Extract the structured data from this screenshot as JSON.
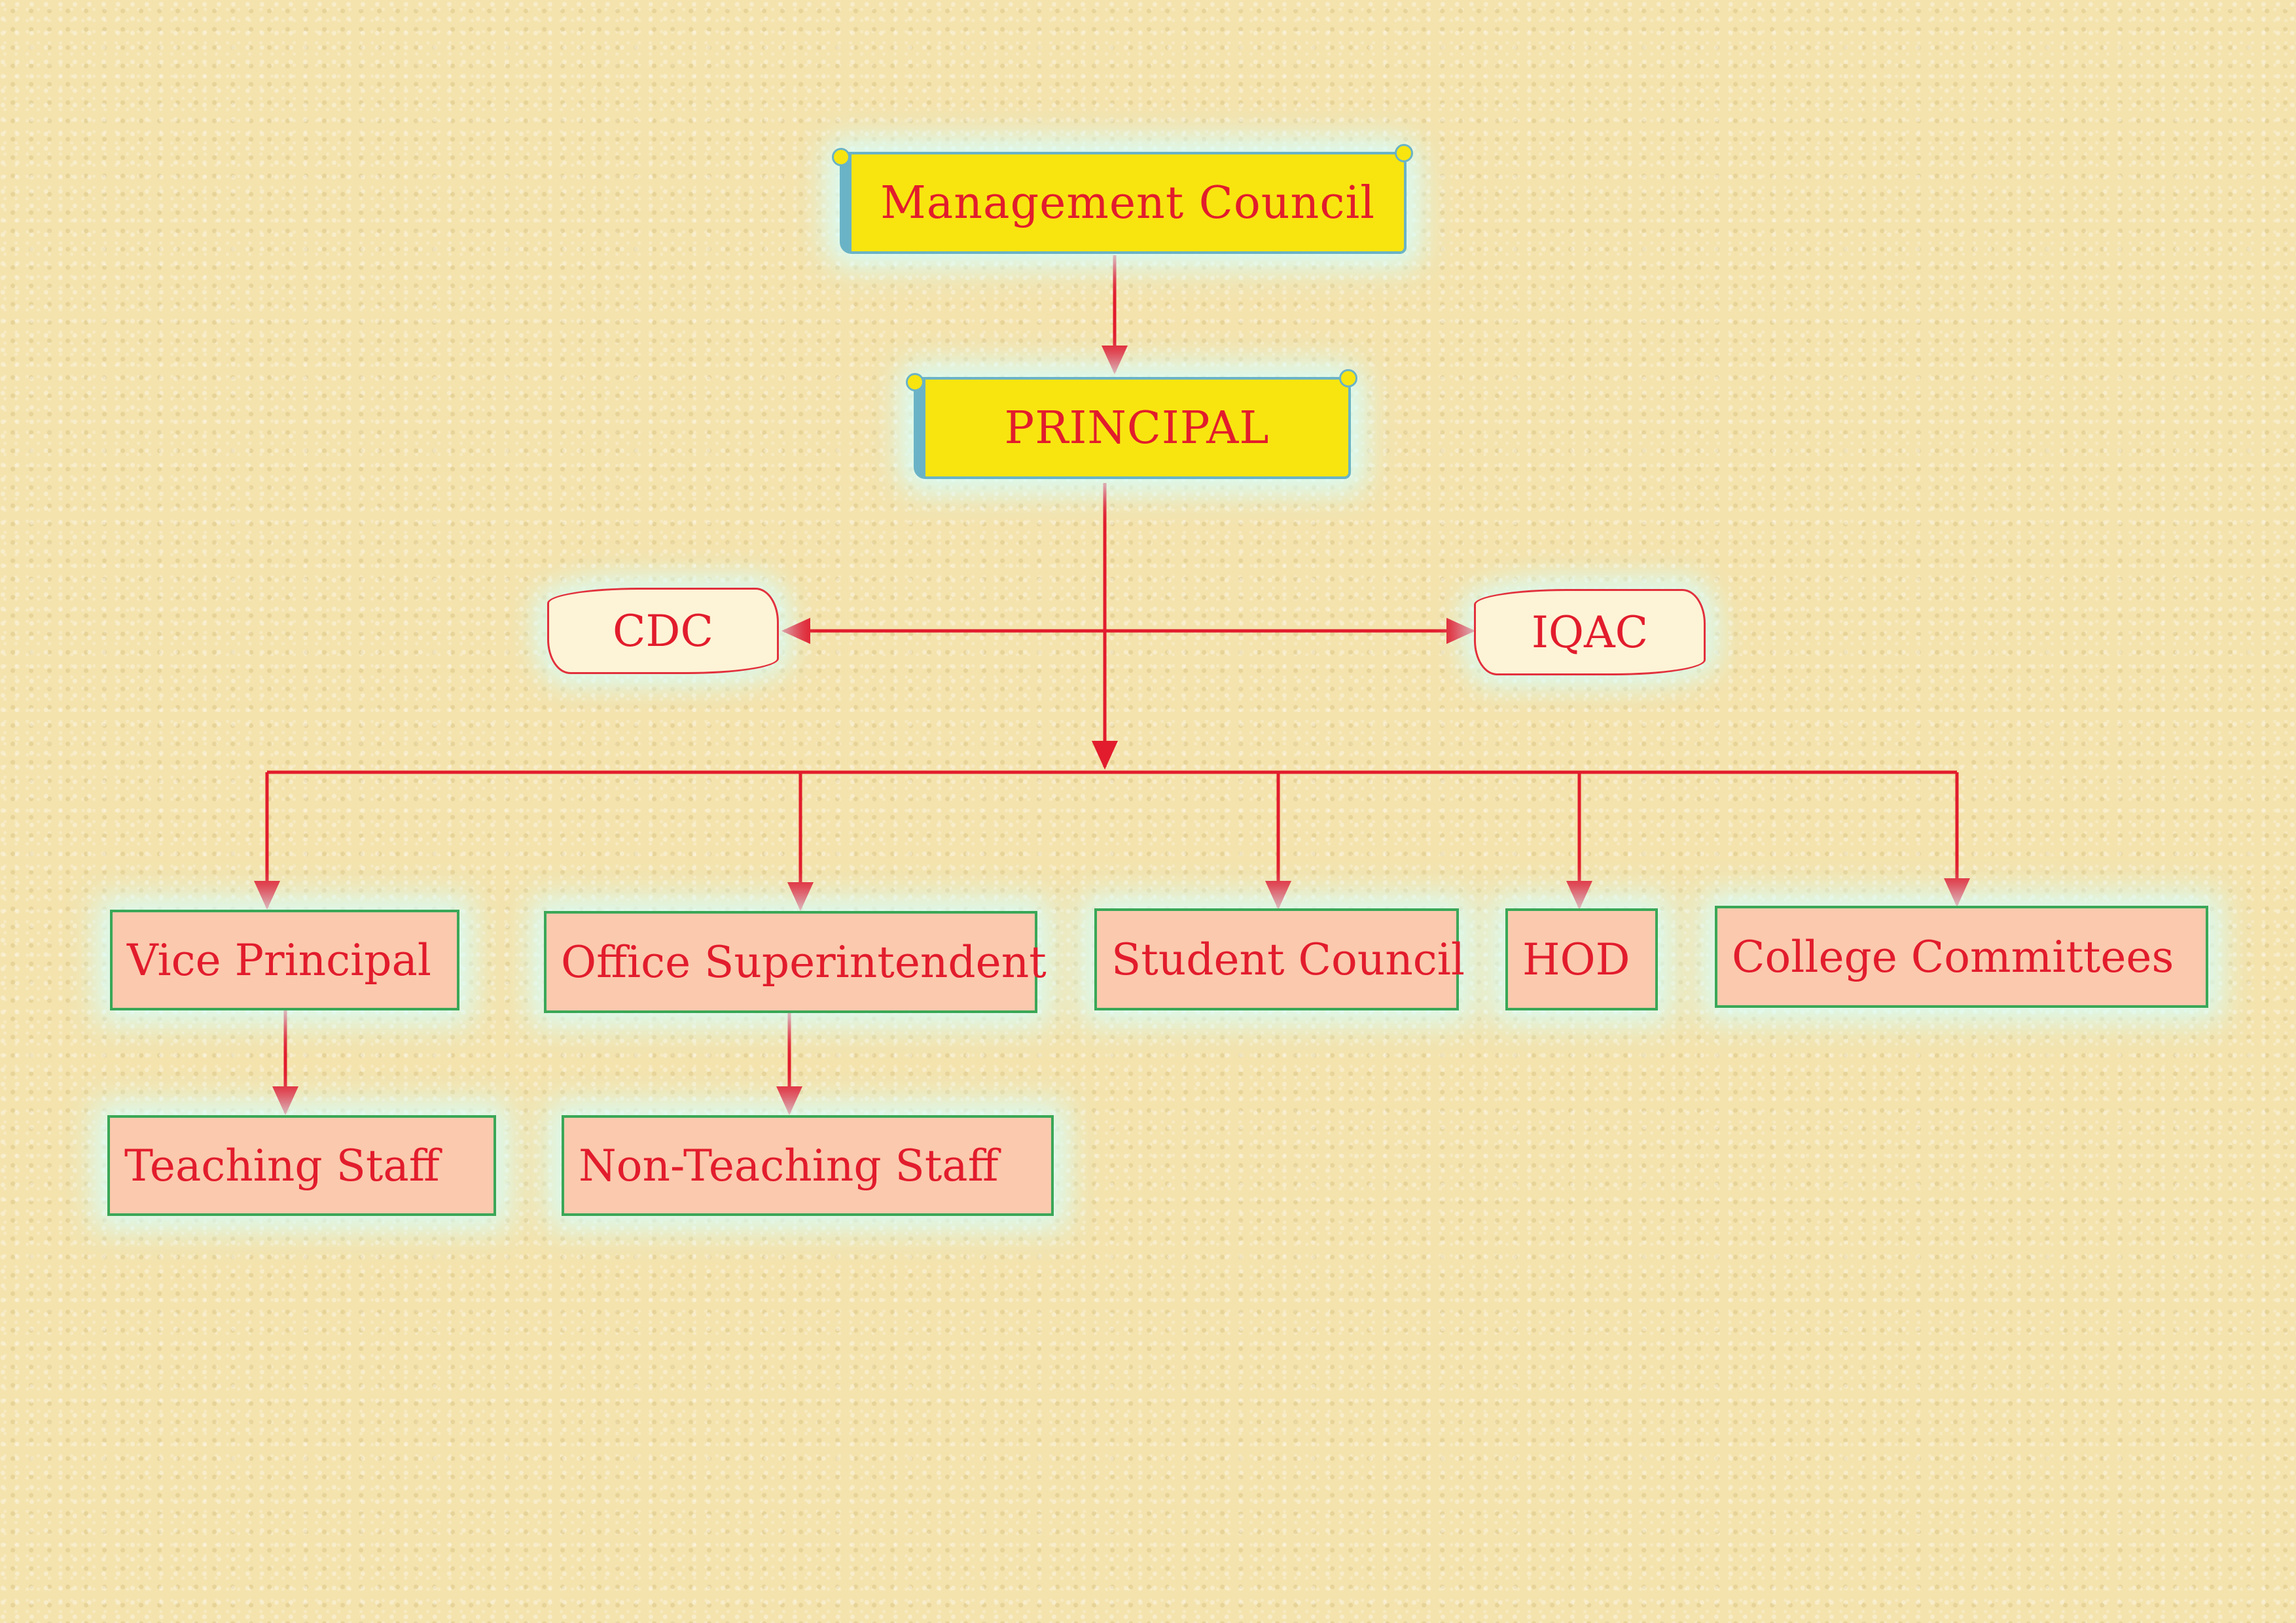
{
  "nodes": {
    "management_council": "Management Council",
    "principal": "PRINCIPAL",
    "cdc": "CDC",
    "iqac": "IQAC",
    "vice_principal": "Vice Principal",
    "office_superintendent": "Office Superintendent",
    "student_council": "Student Council",
    "hod": "HOD",
    "college_committees": "College Committees",
    "teaching_staff": "Teaching Staff",
    "non_teaching_staff": "Non-Teaching Staff"
  },
  "colors": {
    "connector": "#e21c2c",
    "text": "#e21c2c",
    "scroll_fill": "#f8e510",
    "box_fill": "#fbc9ae",
    "box_border": "#3aa757",
    "glow": "#d6ffff"
  }
}
